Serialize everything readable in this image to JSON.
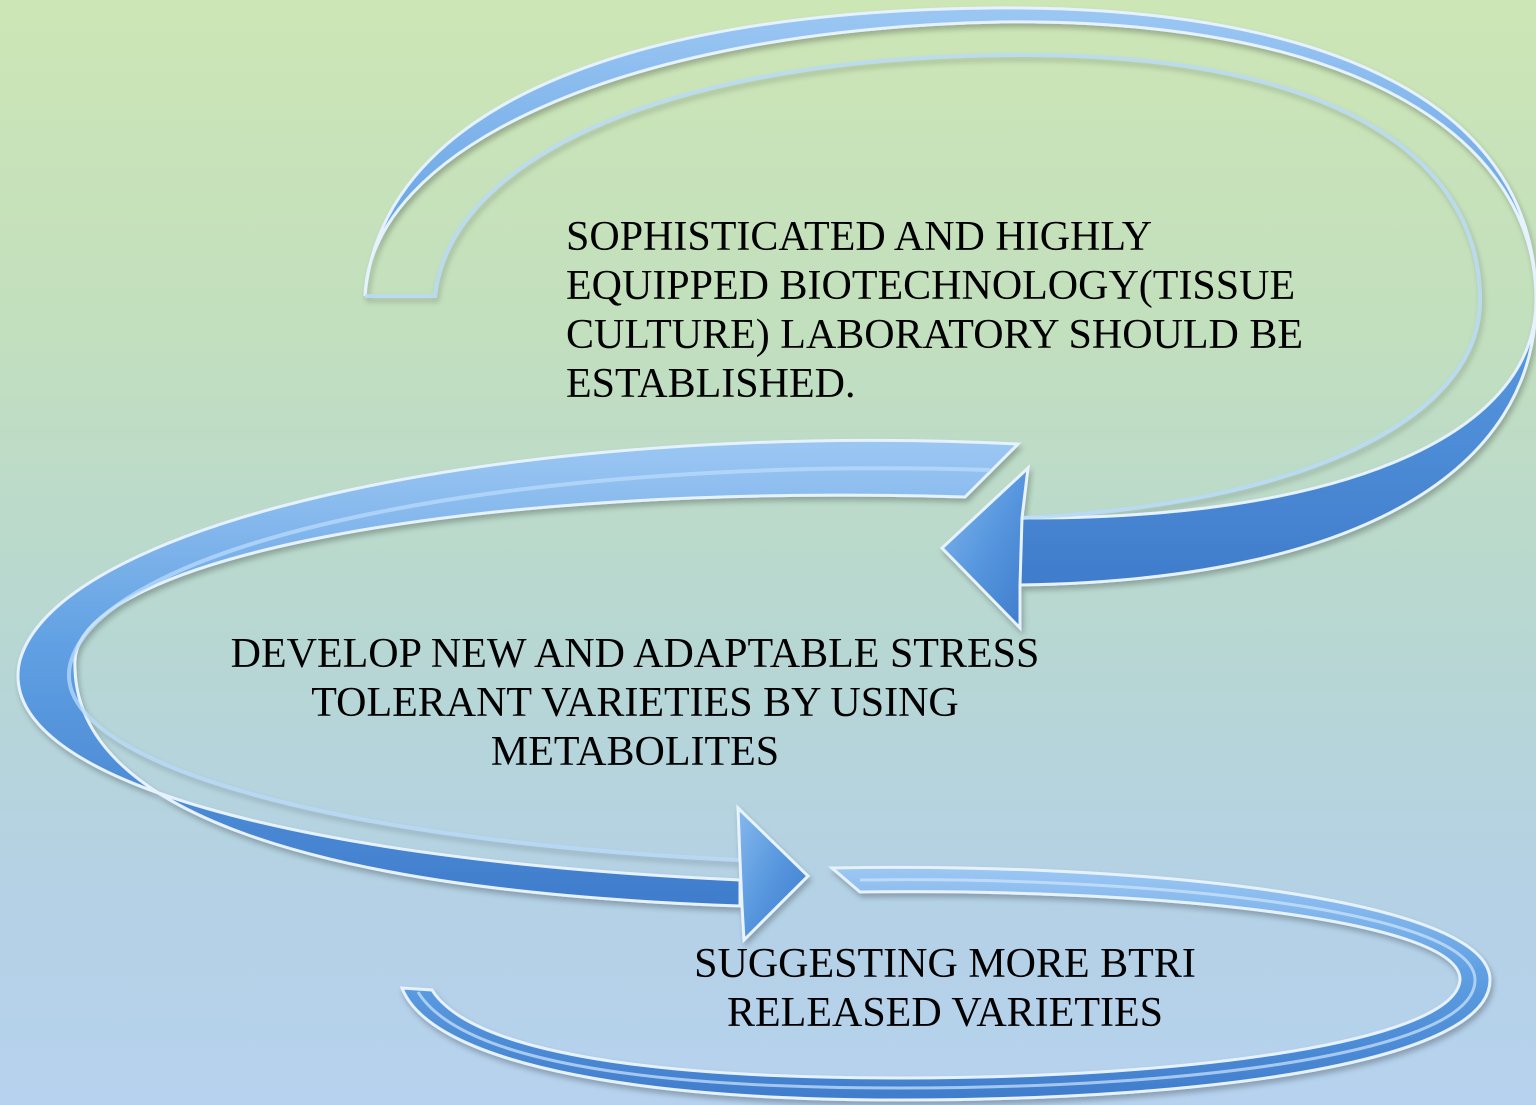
{
  "diagram": {
    "steps": [
      {
        "text": "SOPHISTICATED AND HIGHLY\nEQUIPPED BIOTECHNOLOGY(TISSUE\nCULTURE) LABORATORY SHOULD BE\nESTABLISHED."
      },
      {
        "text": "DEVELOP NEW AND ADAPTABLE STRESS\nTOLERANT VARIETIES BY USING\nMETABOLITES"
      },
      {
        "text": "SUGGESTING MORE BTRI\nRELEASED VARIETIES"
      }
    ],
    "colors": {
      "arrow_light": "#8dbdf0",
      "arrow_mid": "#5a9be0",
      "arrow_dark": "#3f7fcf",
      "arrow_edge": "#e8f3ff",
      "background_top": "#cde6b6",
      "background_bottom": "#b6d2ee"
    }
  }
}
